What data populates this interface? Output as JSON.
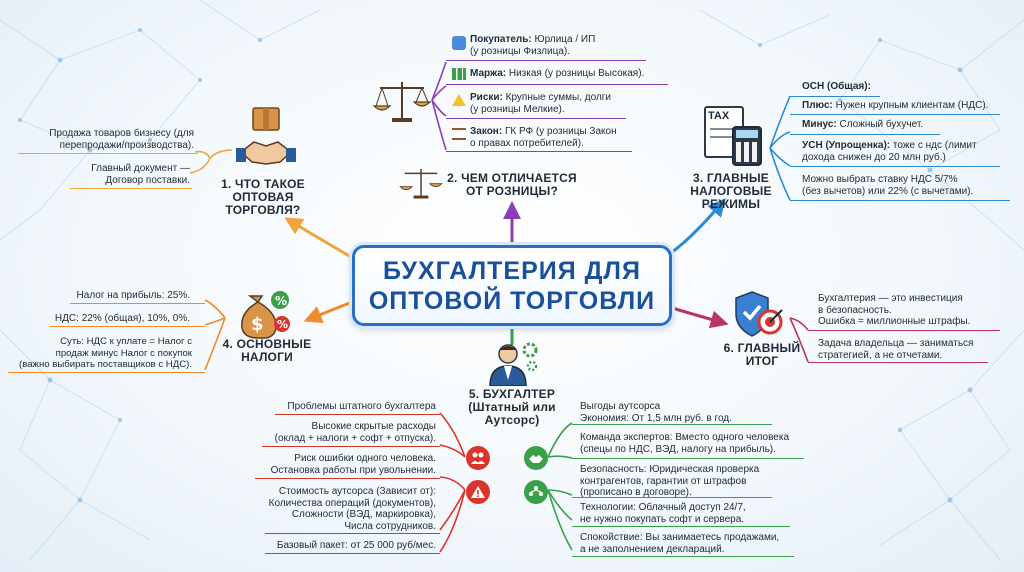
{
  "center": {
    "line1": "БУХГАЛТЕРИЯ ДЛЯ",
    "line2": "ОПТОВОЙ ТОРГОВЛИ"
  },
  "colors": {
    "title_border": "#2a6fc4",
    "title_text": "#1a4f9a",
    "branch1": "#f2a33a",
    "branch2": "#8a3fb7",
    "branch3": "#2a8ad6",
    "branch4": "#f08a2a",
    "branch5": "#3aa04a",
    "branch6": "#b8336a",
    "staff_red": "#d9352b",
    "outsource_green": "#3aa04a"
  },
  "sections": {
    "s1": {
      "title": "1. ЧТО ТАКОЕ\nОПТОВАЯ\nТОРГОВЛЯ?",
      "icon": "handshake-box-icon",
      "items": [
        "Продажа товаров бизнесу (для\nперепродажи/производства).",
        "Главный документ —\nДоговор поставки."
      ]
    },
    "s2": {
      "title": "2. ЧЕМ ОТЛИЧАЕТСЯ\nОТ РОЗНИЦЫ?",
      "icon": "scales-icon",
      "items": [
        {
          "label": "Покупатель:",
          "text": " Юрлица / ИП\n(у розницы Физлица).",
          "icon": "people-icon"
        },
        {
          "label": "Маржа:",
          "text": " Низкая (у розницы Высокая).",
          "icon": "bar-chart-icon"
        },
        {
          "label": "Риски:",
          "text": " Крупные суммы, долги\n(у розницы Мелкие).",
          "icon": "warning-icon"
        },
        {
          "label": "Закон:",
          "text": " ГК РФ (у розницы Закон\nо правах потребителей).",
          "icon": "scales-icon"
        }
      ]
    },
    "s3": {
      "title": "3. ГЛАВНЫЕ\nНАЛОГОВЫЕ\nРЕЖИМЫ",
      "icon": "tax-calculator-icon",
      "icon_text": "TAX",
      "items": [
        {
          "label": "ОСН (Общая):",
          "text": ""
        },
        {
          "label": "Плюс:",
          "text": " Нужен крупным клиентам (НДС)."
        },
        {
          "label": "Минус:",
          "text": " Сложный бухучет."
        },
        {
          "label": "УСН (Упрощенка):",
          "text": " тоже с ндс (лимит\nдохода снижен до 20 млн руб.)"
        },
        {
          "label": "",
          "text": "Можно выбрать ставку НДС 5/7%\n(без вычетов) или 22% (с вычетами)."
        }
      ]
    },
    "s4": {
      "title": "4. ОСНОВНЫЕ\nНАЛОГИ",
      "icon": "money-bag-percent-icon",
      "items": [
        "Налог на прибыль: 25%.",
        "НДС: 22% (общая), 10%, 0%.",
        "Суть: НДС к уплате = Налог с\nпродаж минус Налог с покупок\n(важно выбирать поставщиков с НДС)."
      ]
    },
    "s5": {
      "title": "5. БУХГАЛТЕР\n(Штатный или\nАутсорс)",
      "icon": "accountant-gears-icon",
      "staff": [
        "Проблемы штатного бухгалтера",
        "Высокие скрытые расходы\n(оклад + налоги + софт + отпуска).",
        "Риск ошибки одного человека.\nОстановка работы при увольнении.",
        "Стоимость аутсорса (Зависит от):\nКоличества операций (документов),\nСложности (ВЭД, маркировка),\nЧисла сотрудников.",
        "Базовый пакет: от 25 000 руб/мес."
      ],
      "outsource": [
        "Выгоды аутсорса\nЭкономия: От 1,5 млн руб. в год.",
        "Команда экспертов: Вместо одного человека\n(спецы по НДС, ВЭД, налогу на прибыль).",
        "Безопасность: Юридическая проверка\nконтрагентов, гарантии от штрафов\n(прописано в договоре).",
        "Технологии: Облачный доступ 24/7,\nне нужно покупать софт и сервера.",
        "Спокойствие: Вы занимаетесь продажами,\nа не заполнением деклараций."
      ]
    },
    "s6": {
      "title": "6. ГЛАВНЫЙ\nИТОГ",
      "icon": "shield-target-icon",
      "items": [
        "Бухгалтерия — это инвестиция\nв безопасность.\nОшибка = миллионные штрафы.",
        "Задача владельца — заниматься\nстратегией, а не отчетами."
      ]
    }
  }
}
